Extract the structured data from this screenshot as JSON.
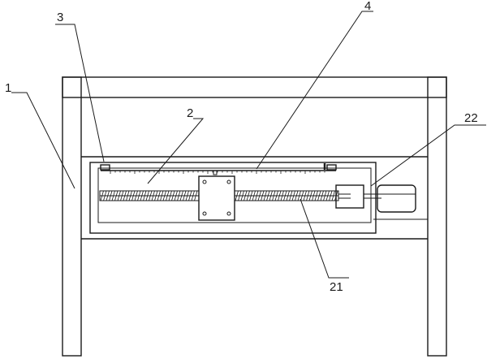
{
  "labels": {
    "frame": "1",
    "slide_body": "2",
    "limit_block": "3",
    "scale": "4",
    "lead_screw": "21",
    "motor": "22"
  }
}
